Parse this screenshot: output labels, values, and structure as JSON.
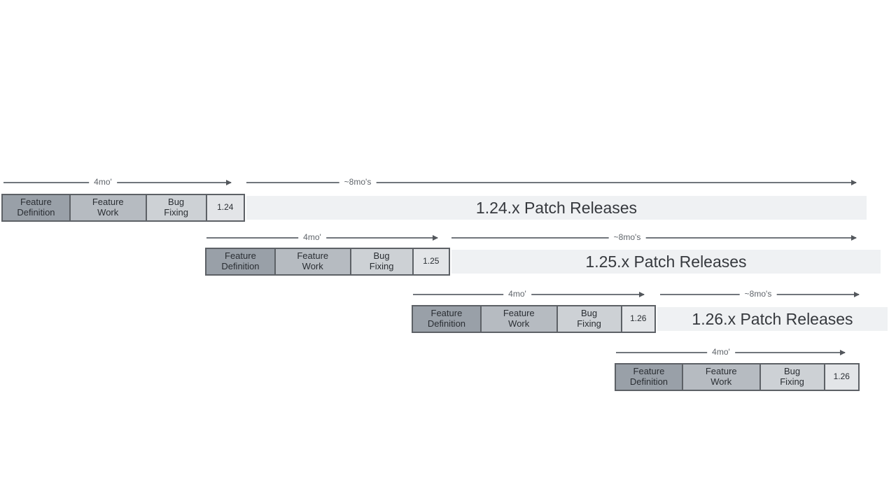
{
  "colors": {
    "phase_definition_bg": "#99a0a8",
    "phase_work_bg": "#b6bbc1",
    "phase_bugfix_bg": "#cdd1d5",
    "version_bg": "#e3e5e8",
    "patch_bar_bg": "#eff1f3",
    "box_border": "#5d6166",
    "box_text": "#2a2e33",
    "bar_text": "#36393e",
    "arrow_line": "#71767c",
    "arrow_head": "#53575c",
    "arrow_label": "#5f646a"
  },
  "rows": [
    {
      "version": "1.24",
      "phases": [
        "Feature\nDefinition",
        "Feature\nWork",
        "Bug\nFixing"
      ],
      "dev_arrow_label": "4mo'",
      "patch_arrow_label": "~8mo's",
      "patch_bar_label": "1.24.x Patch Releases"
    },
    {
      "version": "1.25",
      "phases": [
        "Feature\nDefinition",
        "Feature\nWork",
        "Bug\nFixing"
      ],
      "dev_arrow_label": "4mo'",
      "patch_arrow_label": "~8mo's",
      "patch_bar_label": "1.25.x Patch Releases"
    },
    {
      "version": "1.26",
      "phases": [
        "Feature\nDefinition",
        "Feature\nWork",
        "Bug\nFixing"
      ],
      "dev_arrow_label": "4mo'",
      "patch_arrow_label": "~8mo's",
      "patch_bar_label": "1.26.x Patch Releases"
    },
    {
      "version": "1.26",
      "phases": [
        "Feature\nDefinition",
        "Feature\nWork",
        "Bug\nFixing"
      ],
      "dev_arrow_label": "4mo'"
    }
  ]
}
